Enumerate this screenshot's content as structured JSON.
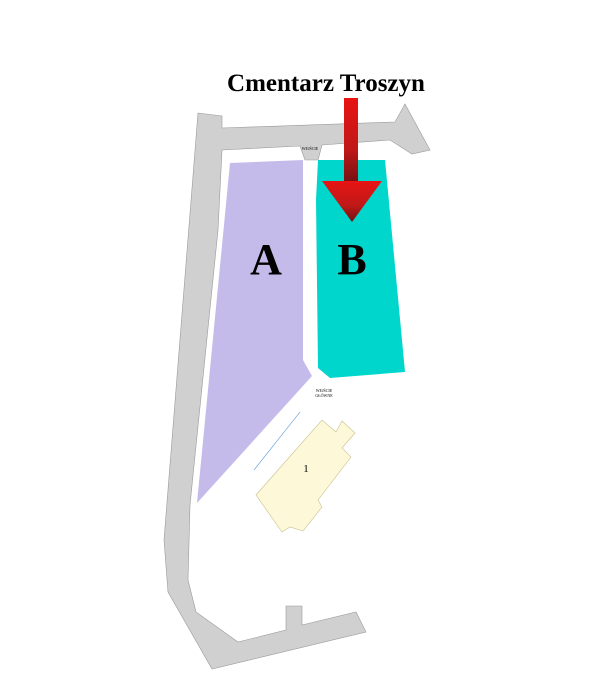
{
  "title": "Cmentarz Troszyn",
  "sections": [
    {
      "label": "A",
      "color": "#c5bbea"
    },
    {
      "label": "B",
      "color": "#00d6cc"
    }
  ],
  "building": {
    "label": "1",
    "color": "#fdf8d8"
  },
  "entrances": {
    "side": "WEJŚCIE",
    "main_line1": "WEJŚCIE",
    "main_line2": "GŁÓWNE"
  },
  "colors": {
    "road": "#d0d0d0",
    "arrow": "#e01010",
    "arrow_dark": "#7a1010"
  }
}
